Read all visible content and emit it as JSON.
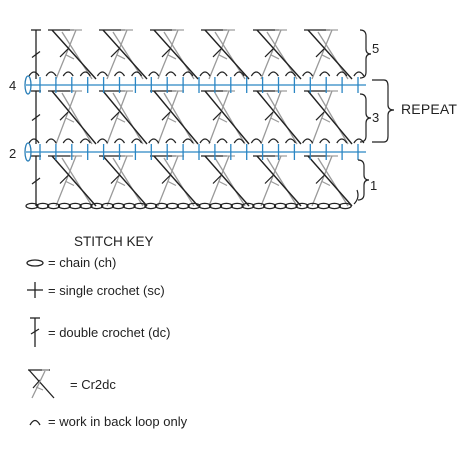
{
  "diagram": {
    "row_labels": [
      {
        "row": "1",
        "side": "right"
      },
      {
        "row": "2",
        "side": "left"
      },
      {
        "row": "3",
        "side": "right"
      },
      {
        "row": "4",
        "side": "left"
      },
      {
        "row": "5",
        "side": "right"
      }
    ],
    "repeat_label": "REPEAT",
    "colors": {
      "ink": "#222222",
      "chain": "#2a7fb8",
      "sc": "#2a86c4",
      "cross_light": "#9a9a9a"
    }
  },
  "stitch_key": {
    "title": "STITCH KEY",
    "items": [
      {
        "icon": "chain-icon",
        "label": "= chain (ch)"
      },
      {
        "icon": "single-crochet-icon",
        "label": "= single crochet (sc)"
      },
      {
        "icon": "double-crochet-icon",
        "label": "= double crochet (dc)"
      },
      {
        "icon": "cr2dc-icon",
        "label": "= Cr2dc"
      },
      {
        "icon": "back-loop-icon",
        "label": "= work in back loop only"
      }
    ]
  }
}
